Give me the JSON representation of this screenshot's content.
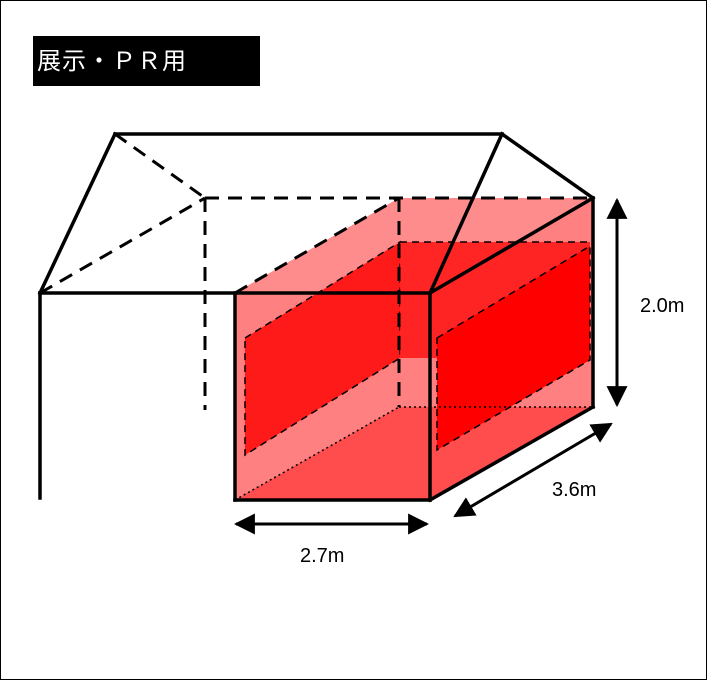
{
  "title": "展示・ＰＲ用",
  "dimensions": {
    "height": "2.0m",
    "depth": "3.6m",
    "width": "2.7m"
  },
  "colors": {
    "wall_fill": "#ff8080",
    "panel_fill": "#ff0000",
    "floor_fill": "#ff4d4d",
    "line": "#000000"
  }
}
